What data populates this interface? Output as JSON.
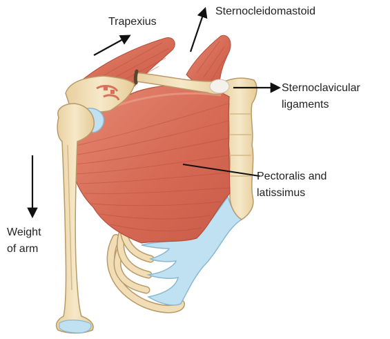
{
  "labels": {
    "trapexius": "Trapexius",
    "sternocleidomastoid": "Sternocleidomastoid",
    "sternoclavicular_line1": "Sternoclavicular",
    "sternoclavicular_line2": "ligaments",
    "pectoralis_line1": "Pectoralis and",
    "pectoralis_line2": "latissimus",
    "weight_line1": "Weight",
    "weight_line2": "of arm"
  },
  "colors": {
    "muscle": "#d9705b",
    "muscle_dark": "#b54d3c",
    "muscle_light": "#ec9d88",
    "bone": "#f1deb7",
    "bone_stroke": "#b89a68",
    "cartilage": "#bfe1f1",
    "cartilage_stroke": "#8ab8d0",
    "arrow": "#111111",
    "text": "#222222"
  }
}
